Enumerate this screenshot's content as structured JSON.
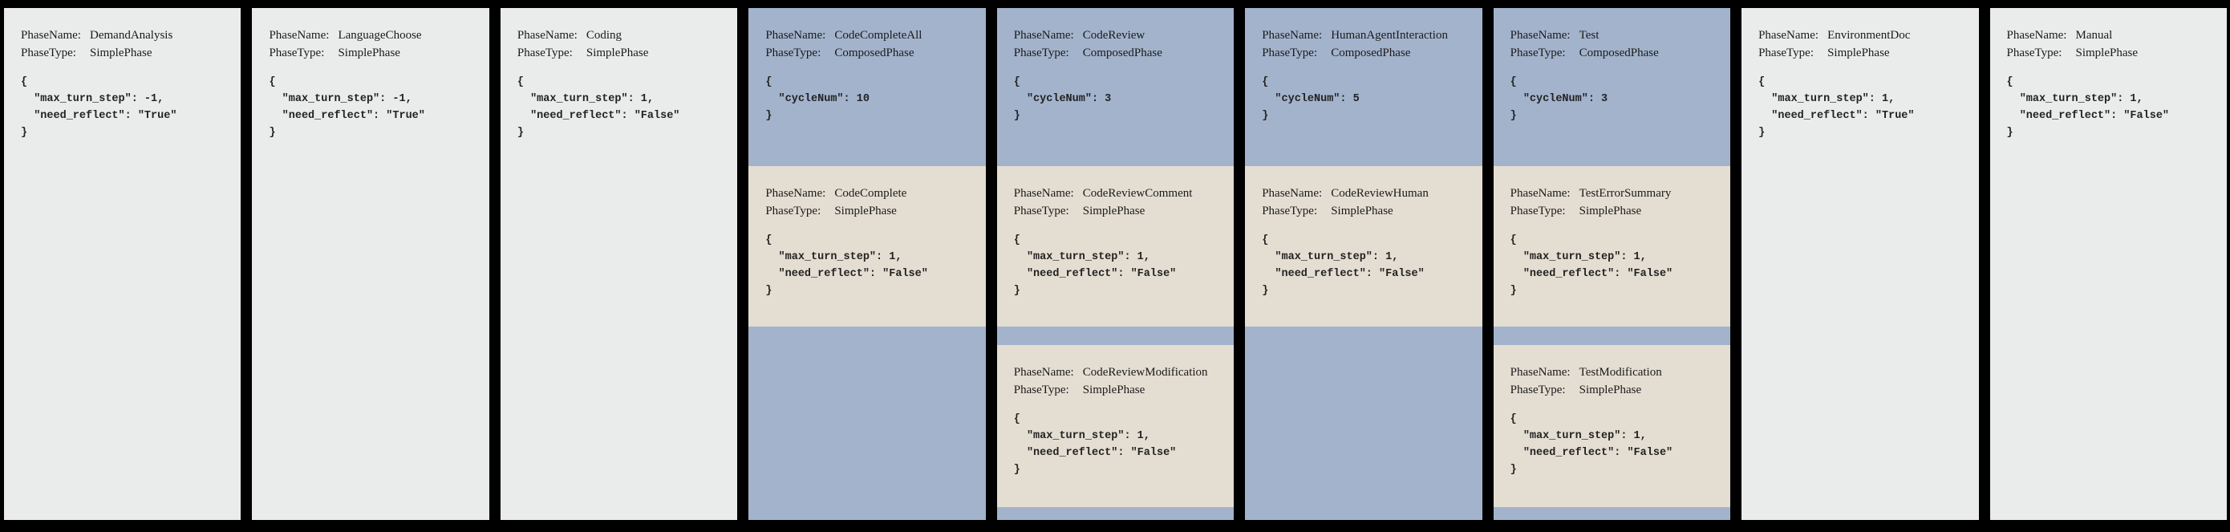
{
  "labels": {
    "phase_name": "PhaseName:",
    "phase_type": "PhaseType:"
  },
  "colors": {
    "frame": "#000000",
    "simple_phase_bg": "#e9eceb",
    "composed_phase_bg": "#a3b3cc",
    "subphase_bg": "#e4ded2",
    "text": "#1a1a1a"
  },
  "phases": [
    {
      "name": "DemandAnalysis",
      "type": "SimplePhase",
      "config": "{\n  \"max_turn_step\": -1,\n  \"need_reflect\": \"True\"\n}"
    },
    {
      "name": "LanguageChoose",
      "type": "SimplePhase",
      "config": "{\n  \"max_turn_step\": -1,\n  \"need_reflect\": \"True\"\n}"
    },
    {
      "name": "Coding",
      "type": "SimplePhase",
      "config": "{\n  \"max_turn_step\": 1,\n  \"need_reflect\": \"False\"\n}"
    },
    {
      "name": "CodeCompleteAll",
      "type": "ComposedPhase",
      "config": "{\n  \"cycleNum\": 10\n}",
      "subphases": [
        {
          "name": "CodeComplete",
          "type": "SimplePhase",
          "config": "{\n  \"max_turn_step\": 1,\n  \"need_reflect\": \"False\"\n}"
        }
      ]
    },
    {
      "name": "CodeReview",
      "type": "ComposedPhase",
      "config": "{\n  \"cycleNum\": 3\n}",
      "subphases": [
        {
          "name": "CodeReviewComment",
          "type": "SimplePhase",
          "config": "{\n  \"max_turn_step\": 1,\n  \"need_reflect\": \"False\"\n}"
        },
        {
          "name": "CodeReviewModification",
          "type": "SimplePhase",
          "config": "{\n  \"max_turn_step\": 1,\n  \"need_reflect\": \"False\"\n}"
        }
      ]
    },
    {
      "name": "HumanAgentInteraction",
      "type": "ComposedPhase",
      "config": "{\n  \"cycleNum\": 5\n}",
      "subphases": [
        {
          "name": "CodeReviewHuman",
          "type": "SimplePhase",
          "config": "{\n  \"max_turn_step\": 1,\n  \"need_reflect\": \"False\"\n}"
        }
      ]
    },
    {
      "name": "Test",
      "type": "ComposedPhase",
      "config": "{\n  \"cycleNum\": 3\n}",
      "subphases": [
        {
          "name": "TestErrorSummary",
          "type": "SimplePhase",
          "config": "{\n  \"max_turn_step\": 1,\n  \"need_reflect\": \"False\"\n}"
        },
        {
          "name": "TestModification",
          "type": "SimplePhase",
          "config": "{\n  \"max_turn_step\": 1,\n  \"need_reflect\": \"False\"\n}"
        }
      ]
    },
    {
      "name": "EnvironmentDoc",
      "type": "SimplePhase",
      "config": "{\n  \"max_turn_step\": 1,\n  \"need_reflect\": \"True\"\n}"
    },
    {
      "name": "Manual",
      "type": "SimplePhase",
      "config": "{\n  \"max_turn_step\": 1,\n  \"need_reflect\": \"False\"\n}"
    }
  ]
}
